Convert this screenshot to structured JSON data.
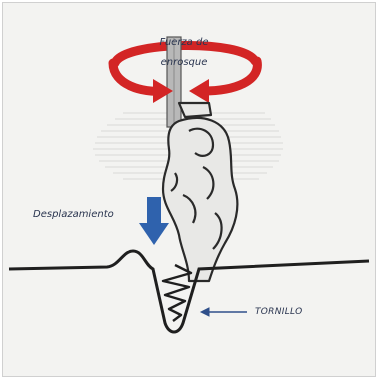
{
  "diagram": {
    "labels": {
      "force": "Fuerza de enrosque",
      "displacement": "Desplazamiento",
      "screw": "TORNILLO"
    },
    "colors": {
      "background": "#f3f3f1",
      "ink": "#2a2a2a",
      "rotation_arrow": "#d32525",
      "displacement_arrow": "#2f62ad",
      "label_text": "#2a3550"
    },
    "icons": {
      "rotation": "curved-rotation-arrow",
      "displacement": "down-arrow",
      "pointer": "left-arrow"
    }
  }
}
